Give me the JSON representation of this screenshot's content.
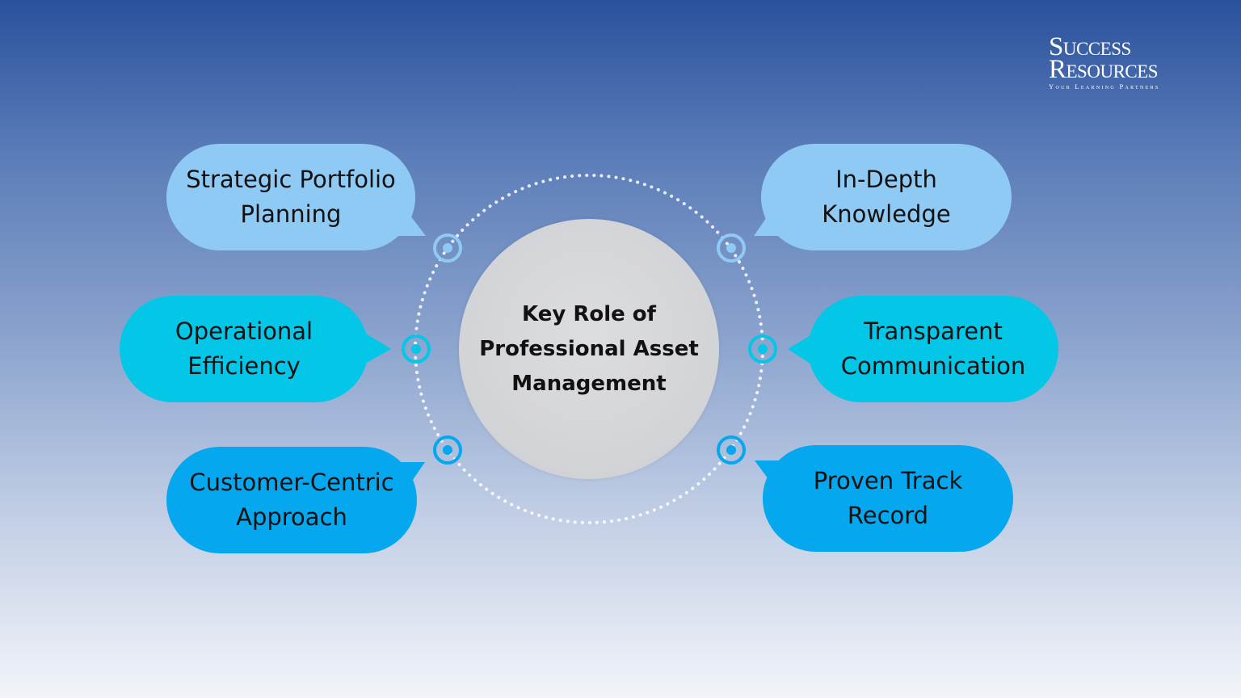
{
  "brand": {
    "line1": "Success",
    "line2": "Resources",
    "tagline": "Your Learning Partners"
  },
  "center": {
    "title": "Key Role of Professional Asset Management"
  },
  "roles": [
    {
      "label": "Strategic Portfolio Planning",
      "color": "#8fcaf5"
    },
    {
      "label": "Operational Efficiency",
      "color": "#04c6e7"
    },
    {
      "label": "Customer-Centric Approach",
      "color": "#05a7ee"
    },
    {
      "label": "In-Depth Knowledge",
      "color": "#8fcaf5"
    },
    {
      "label": "Transparent Communication",
      "color": "#04c6e7"
    },
    {
      "label": "Proven Track Record",
      "color": "#05a7ee"
    }
  ],
  "colors": {
    "ring_dots": "#ffffff",
    "node_light": "#8fcaf5",
    "node_cyan": "#04c6e7",
    "node_blue": "#05a7ee",
    "center_fill": "#d2d3d6"
  }
}
